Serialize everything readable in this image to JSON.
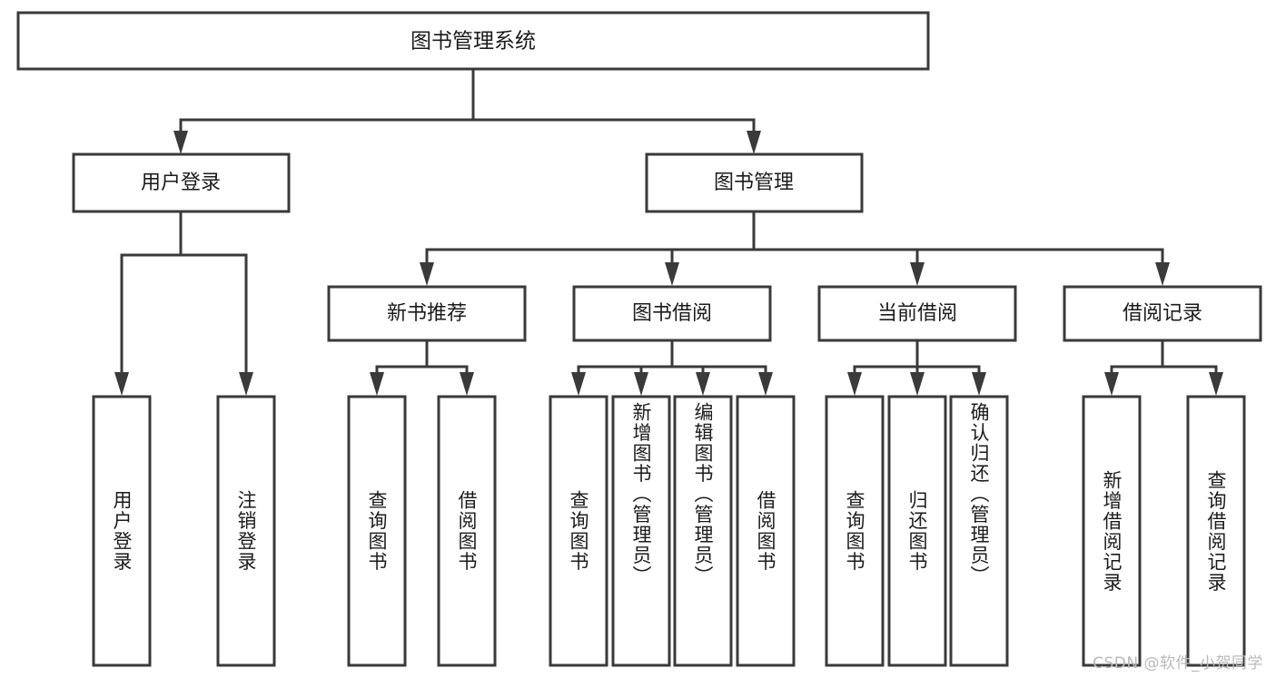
{
  "diagram": {
    "type": "tree",
    "title_node": {
      "label": "图书管理系统"
    },
    "level1": [
      {
        "id": "user-login",
        "label": "用户登录"
      },
      {
        "id": "book-manage",
        "label": "图书管理"
      }
    ],
    "level2": [
      {
        "id": "new-book-recommend",
        "label": "新书推荐",
        "parent": "book-manage"
      },
      {
        "id": "book-borrow",
        "label": "图书借阅",
        "parent": "book-manage"
      },
      {
        "id": "current-borrow",
        "label": "当前借阅",
        "parent": "book-manage"
      },
      {
        "id": "borrow-record",
        "label": "借阅记录",
        "parent": "book-manage"
      }
    ],
    "leaves": [
      {
        "id": "leaf-user-login",
        "label": "用户登录",
        "parent": "user-login"
      },
      {
        "id": "leaf-logout-login",
        "label": "注销登录",
        "parent": "user-login"
      },
      {
        "id": "leaf-query-book-1",
        "label": "查询图书",
        "parent": "new-book-recommend"
      },
      {
        "id": "leaf-borrow-book-1",
        "label": "借阅图书",
        "parent": "new-book-recommend"
      },
      {
        "id": "leaf-query-book-2",
        "label": "查询图书",
        "parent": "book-borrow"
      },
      {
        "id": "leaf-add-book",
        "label": "新增图书（管理员）",
        "parent": "book-borrow"
      },
      {
        "id": "leaf-edit-book",
        "label": "编辑图书（管理员）",
        "parent": "book-borrow"
      },
      {
        "id": "leaf-borrow-book-2",
        "label": "借阅图书",
        "parent": "book-borrow"
      },
      {
        "id": "leaf-query-book-3",
        "label": "查询图书",
        "parent": "current-borrow"
      },
      {
        "id": "leaf-return-book",
        "label": "归还图书",
        "parent": "current-borrow"
      },
      {
        "id": "leaf-confirm-return",
        "label": "确认归还（管理员）",
        "parent": "current-borrow"
      },
      {
        "id": "leaf-add-record",
        "label": "新增借阅记录",
        "parent": "borrow-record"
      },
      {
        "id": "leaf-query-record",
        "label": "查询借阅记录",
        "parent": "borrow-record"
      }
    ],
    "colors": {
      "box_stroke": "#3a3a3a",
      "box_fill": "#ffffff",
      "text": "#1b1b1b",
      "background": "#ffffff",
      "watermark": "#b9b9b9"
    }
  },
  "watermark": {
    "text": "CSDN @软件_小贺同学"
  }
}
